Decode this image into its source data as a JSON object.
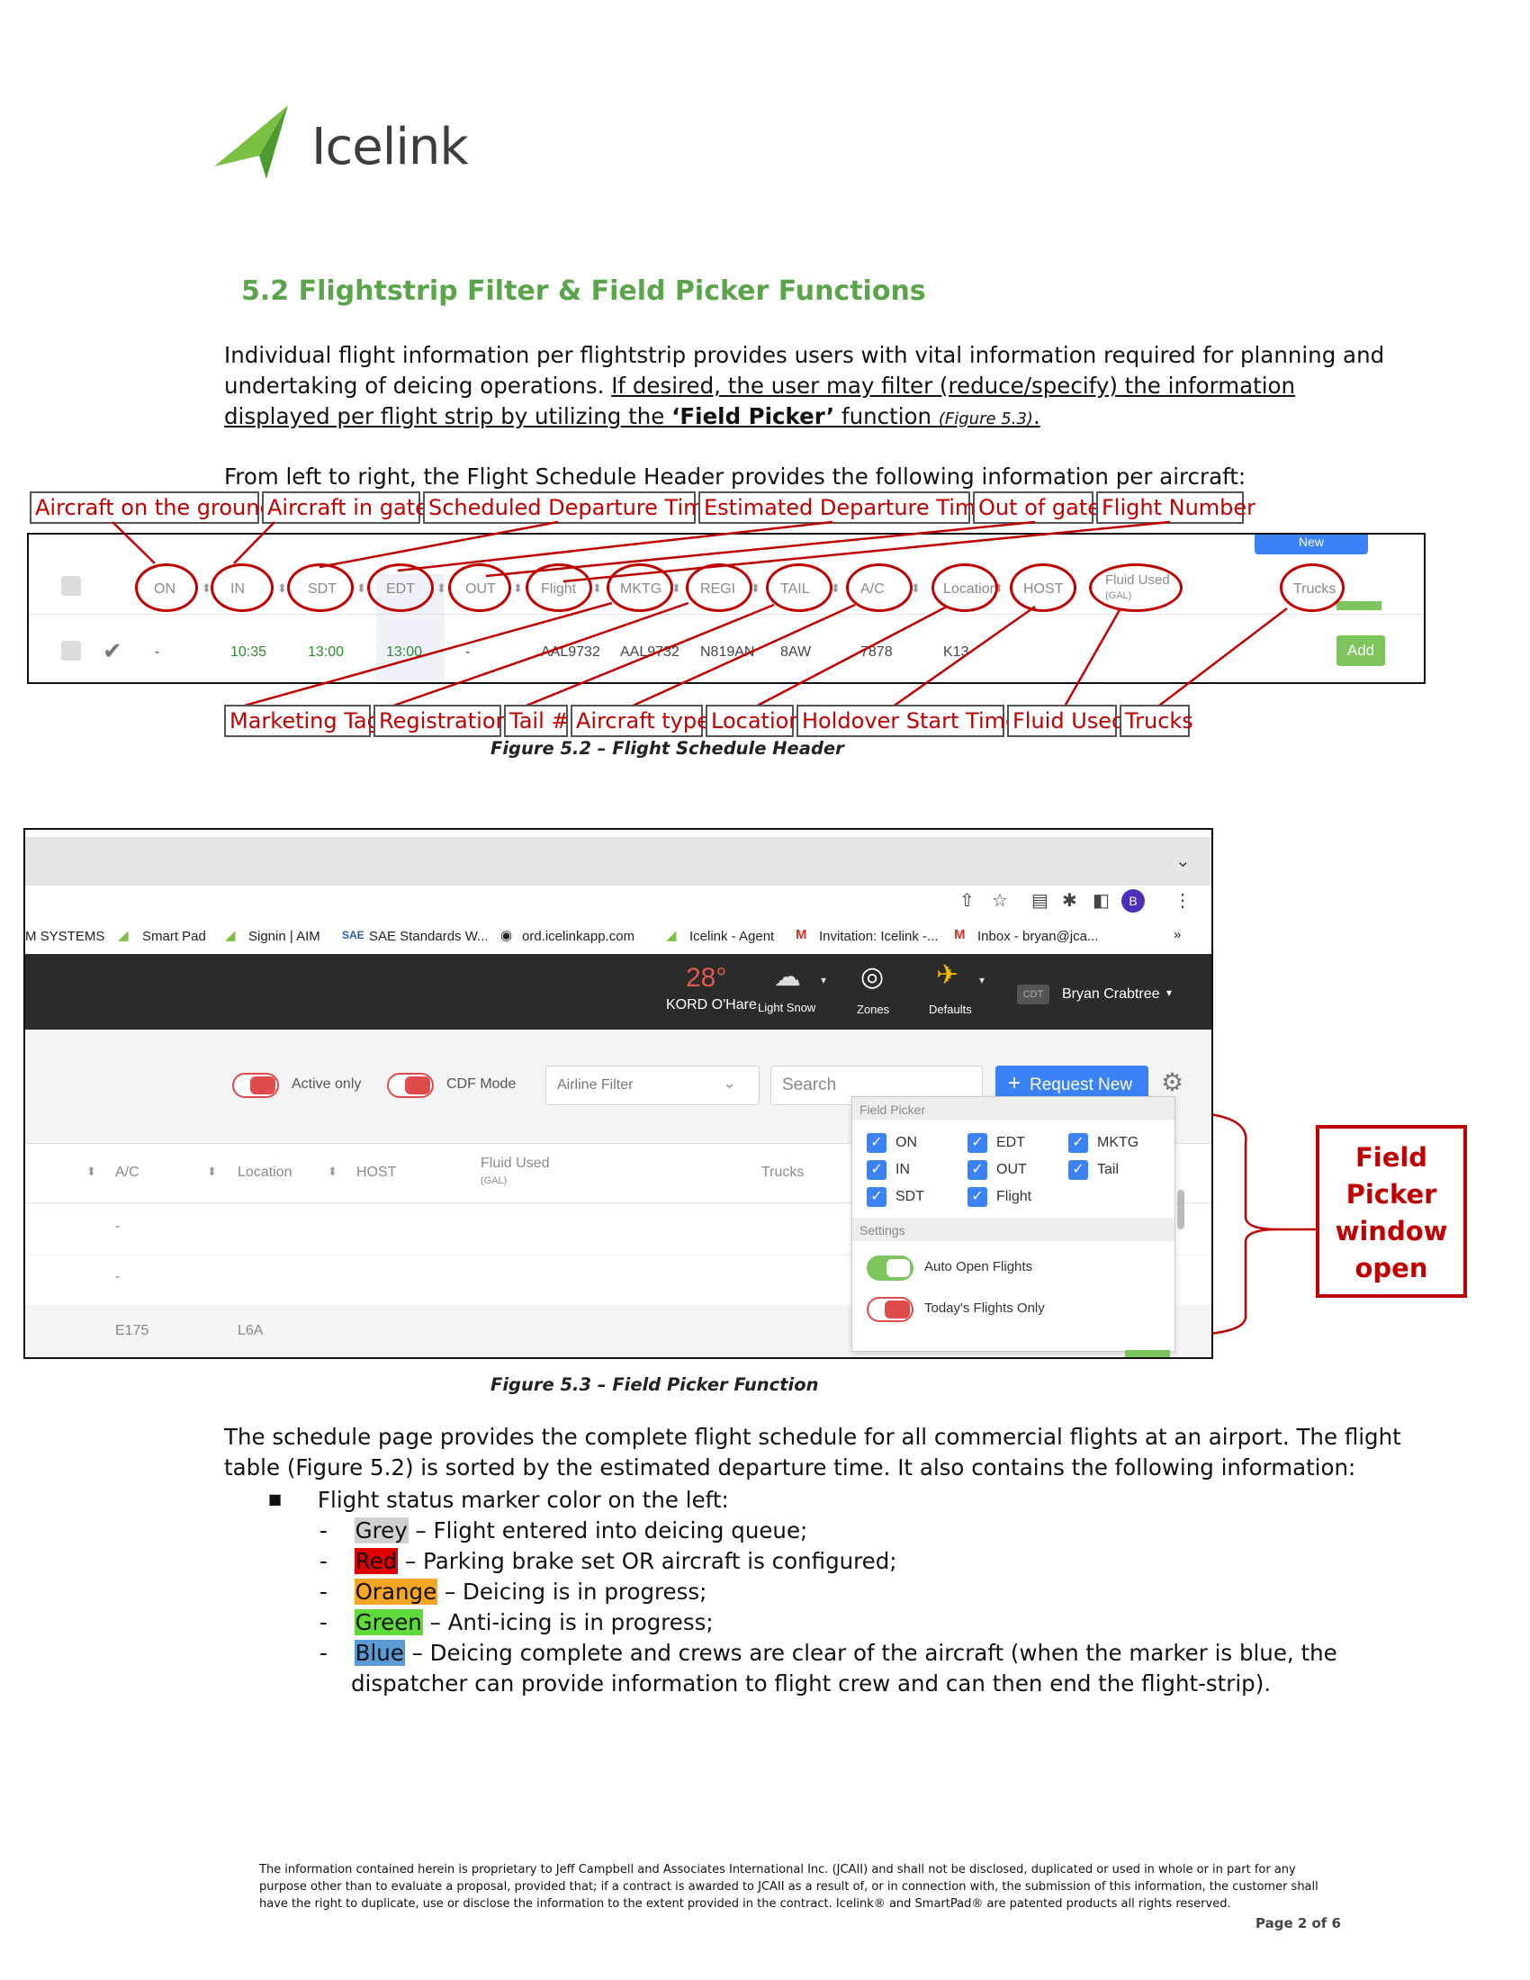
{
  "logo": {
    "name": "Icelink"
  },
  "section": {
    "title": "5.2 Flightstrip Filter & Field Picker Functions",
    "intro_p1": "Individual flight information per flightstrip provides users with vital information required for planning and",
    "intro_p2a": "undertaking of deicing operations. ",
    "intro_p2b": "If desired, the user may filter (reduce/specify) the information",
    "intro_p3a": "displayed per flight strip by utilizing the ",
    "intro_p3b": "‘Field Picker’",
    "intro_p3c": " function ",
    "intro_p3d": "(Figure 5.3)",
    "intro_p3e": ".",
    "header_intro": "From left to right, the Flight Schedule Header provides the following information per aircraft:"
  },
  "top_labels": [
    "Aircraft on the ground",
    "Aircraft in gate",
    "Scheduled Departure Time",
    "Estimated Departure Time",
    "Out of gate",
    "Flight Number"
  ],
  "bottom_labels": [
    "Marketing Tag",
    "Registration",
    "Tail #",
    "Aircraft type",
    "Location",
    "Holdover Start Time",
    "Fluid Used",
    "Trucks"
  ],
  "fig2": {
    "headers": [
      "ON",
      "IN",
      "SDT",
      "EDT",
      "OUT",
      "Flight",
      "MKTG",
      "REGI",
      "TAIL",
      "A/C",
      "Location",
      "HOST",
      "Fluid Used",
      "(GAL)",
      "Trucks"
    ],
    "top_button": "New",
    "row": {
      "on": "-",
      "in": "10:35",
      "sdt": "13:00",
      "edt": "13:00",
      "out": "-",
      "flight": "AAL9732",
      "mktg": "AAL9732",
      "regi": "N819AN",
      "tail": "8AW",
      "ac": "7878",
      "location": "K13",
      "add": "Add"
    },
    "caption": "Figure 5.2 – Flight Schedule Header"
  },
  "fig3": {
    "bookmarks": [
      "M SYSTEMS",
      "Smart Pad",
      "Signin | AIM",
      "SAE Standards W...",
      "ord.icelinkapp.com",
      "Icelink - Agent",
      "Invitation: Icelink -...",
      "Inbox - bryan@jca..."
    ],
    "more": "»",
    "avatar": "B",
    "weather": {
      "temp": "28°",
      "station": "KORD O'Hare",
      "condition": "Light Snow"
    },
    "nav": [
      "Zones",
      "Defaults"
    ],
    "tz": "CDT",
    "user": "Bryan Crabtree",
    "filters": {
      "active_only": "Active only",
      "cdf_mode": "CDF Mode",
      "airline_placeholder": "Airline Filter",
      "search_placeholder": "Search",
      "request_new": "Request New"
    },
    "table_headers": [
      "A/C",
      "Location",
      "HOST",
      "Fluid Used",
      "(GAL)",
      "Trucks"
    ],
    "rows": [
      {
        "ac": "-",
        "loc": ""
      },
      {
        "ac": "-",
        "loc": ""
      },
      {
        "ac": "E175",
        "loc": "L6A"
      }
    ],
    "picker": {
      "title": "Field Picker",
      "fields": [
        "ON",
        "IN",
        "SDT",
        "EDT",
        "OUT",
        "Flight",
        "MKTG",
        "Tail"
      ],
      "settings_title": "Settings",
      "auto_open": "Auto Open Flights",
      "todays_only": "Today's Flights Only"
    },
    "callout": [
      "Field",
      "Picker",
      "window",
      "open"
    ],
    "caption": "Figure 5.3 – Field Picker Function"
  },
  "body": {
    "p1": "The schedule page provides the complete flight schedule for all commercial flights at an airport. The flight",
    "p2": "table (Figure 5.2) is sorted by the estimated departure time. It also contains the following information:",
    "bullet": "Flight status marker color on the left:",
    "colors": [
      {
        "name": "Grey",
        "desc": " – Flight entered into deicing queue;",
        "bg": "#d0d0d0",
        "fg": "#111111"
      },
      {
        "name": "Red",
        "desc": " – Parking brake set OR aircraft is configured;",
        "bg": "#e00000",
        "fg": "#111111"
      },
      {
        "name": "Orange",
        "desc": " – Deicing is in progress;",
        "bg": "#f5a623",
        "fg": "#111111"
      },
      {
        "name": "Green",
        "desc": " – Anti-icing is in progress;",
        "bg": "#5fdc3c",
        "fg": "#111111"
      },
      {
        "name": "Blue",
        "desc": " – Deicing complete and crews are clear of the aircraft (when the marker is blue, the",
        "bg": "#5b9bd5",
        "fg": "#111111"
      }
    ],
    "blue_cont": "dispatcher can provide information to flight crew and can then end the flight-strip)."
  },
  "footer": {
    "l1": "The information contained herein is proprietary to Jeff Campbell and Associates International Inc. (JCAII) and shall not be disclosed, duplicated or used in whole or in part for any",
    "l2": "purpose other than to evaluate a proposal, provided that; if a contract is awarded to JCAII as a result of, or in connection with, the submission of this information, the customer shall",
    "l3": "have the right to duplicate, use or disclose the information to the extent provided in the contract. Icelink® and SmartPad® are patented products all rights reserved.",
    "page": "Page 2 of 6"
  },
  "colors": {
    "accent_green": "#5aa54a",
    "annotation_red": "#c00000",
    "dark_bar": "#2b2b2b",
    "button_blue": "#3b82f6"
  }
}
